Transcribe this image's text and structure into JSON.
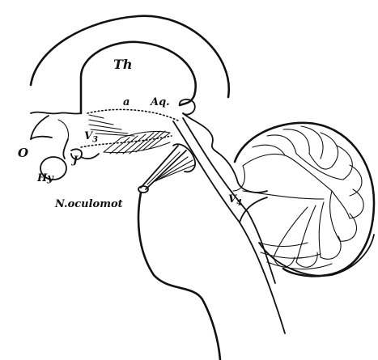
{
  "labels": {
    "th": "Th",
    "a": "a",
    "aq": "Aq.",
    "v3_main": "V",
    "v3_sub": "3",
    "o": "O",
    "j": "J",
    "hy": "Hy",
    "noculomot": "N.oculomot",
    "v4_main": "V",
    "v4_sub": "4"
  },
  "colors": {
    "ink": "#111111",
    "paper": "#ffffff"
  }
}
